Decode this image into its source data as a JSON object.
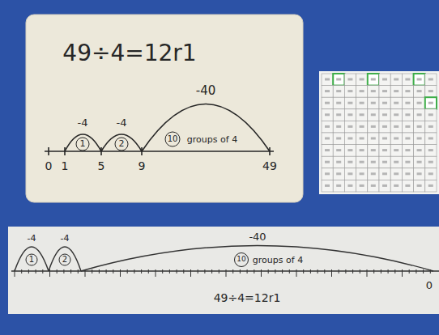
{
  "diagram": {
    "labels": [
      "49÷4=12r1",
      "-4",
      "1",
      "-4",
      "2",
      "-40",
      "10",
      "groups of 4",
      "0",
      "1",
      "5",
      "9",
      "49",
      "-4",
      "1",
      "-4",
      "2",
      "-40",
      "10",
      "groups of 4",
      "0",
      "49÷4=12r1"
    ]
  }
}
